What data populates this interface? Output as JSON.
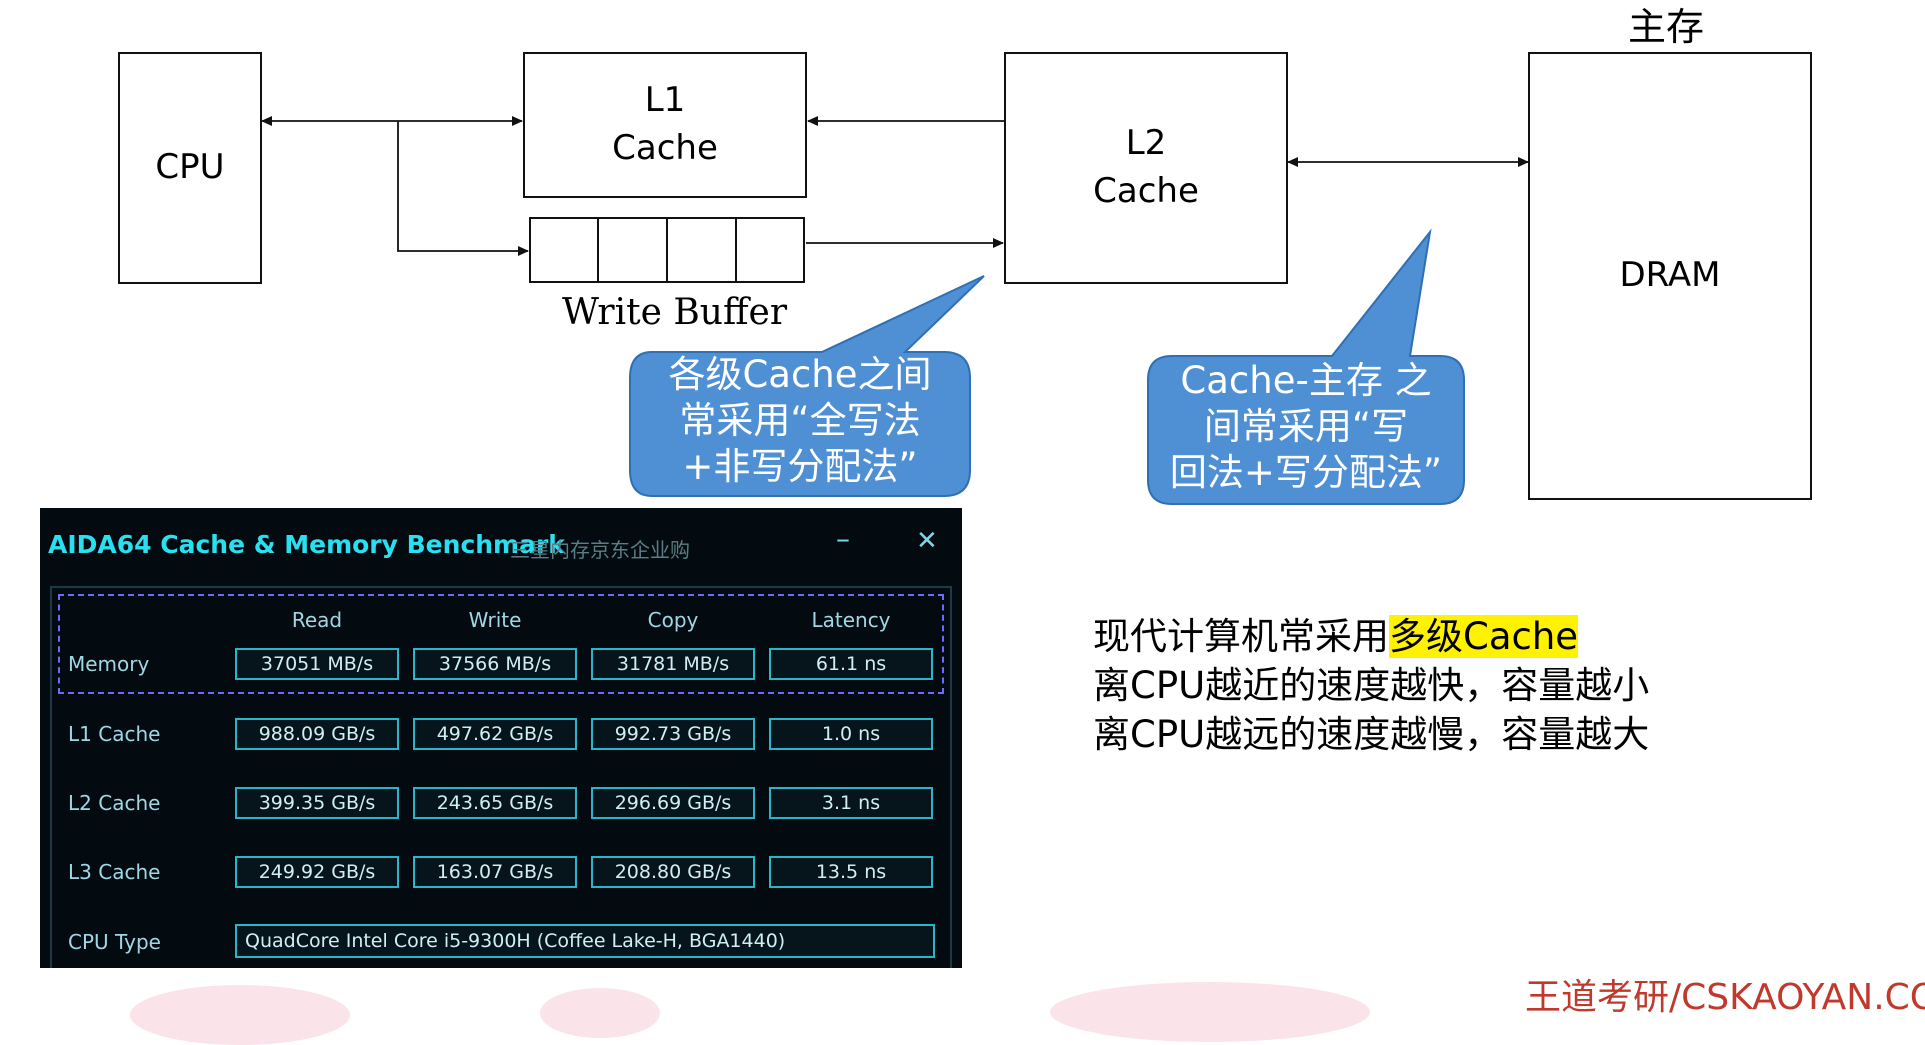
{
  "diagram": {
    "cpu_label": "CPU",
    "l1_label_line1": "L1",
    "l1_label_line2": "Cache",
    "l2_label_line1": "L2",
    "l2_label_line2": "Cache",
    "dram_label": "DRAM",
    "main_memory_label": "主存",
    "write_buffer_label": "Write Buffer",
    "callout_left": {
      "line1": "各级Cache之间",
      "line2": "常采用“全写法",
      "line3": "+非写分配法”"
    },
    "callout_right": {
      "line1": "Cache-主存 之",
      "line2": "间常采用“写",
      "line3": "回法+写分配法”"
    }
  },
  "aida": {
    "title": "AIDA64 Cache & Memory Benchmark",
    "subtitle": "三星内存京东企业购",
    "minimize_glyph": "–",
    "close_glyph": "✕",
    "columns": [
      "Read",
      "Write",
      "Copy",
      "Latency"
    ],
    "rows": [
      {
        "label": "Memory",
        "values": [
          "37051 MB/s",
          "37566 MB/s",
          "31781 MB/s",
          "61.1 ns"
        ]
      },
      {
        "label": "L1 Cache",
        "values": [
          "988.09 GB/s",
          "497.62 GB/s",
          "992.73 GB/s",
          "1.0 ns"
        ]
      },
      {
        "label": "L2 Cache",
        "values": [
          "399.35 GB/s",
          "243.65 GB/s",
          "296.69 GB/s",
          "3.1 ns"
        ]
      },
      {
        "label": "L3 Cache",
        "values": [
          "249.92 GB/s",
          "163.07 GB/s",
          "208.80 GB/s",
          "13.5 ns"
        ]
      }
    ],
    "cpu_type_label": "CPU Type",
    "cpu_type_value": "QuadCore Intel Core i5-9300H  (Coffee Lake-H, BGA1440)"
  },
  "notes": {
    "line1_prefix": "现代计算机常采用",
    "line1_highlight": "多级Cache",
    "line2": "离CPU越近的速度越快，容量越小",
    "line3": "离CPU越远的速度越慢，容量越大"
  },
  "watermark": "王道考研/CSKAOYAN.COM",
  "colors": {
    "callout_fill": "#4f8fd4",
    "callout_stroke": "#2f6fb4",
    "aida_accent": "#2ae0f0",
    "highlight": "#fff200",
    "watermark": "#c0392b"
  }
}
